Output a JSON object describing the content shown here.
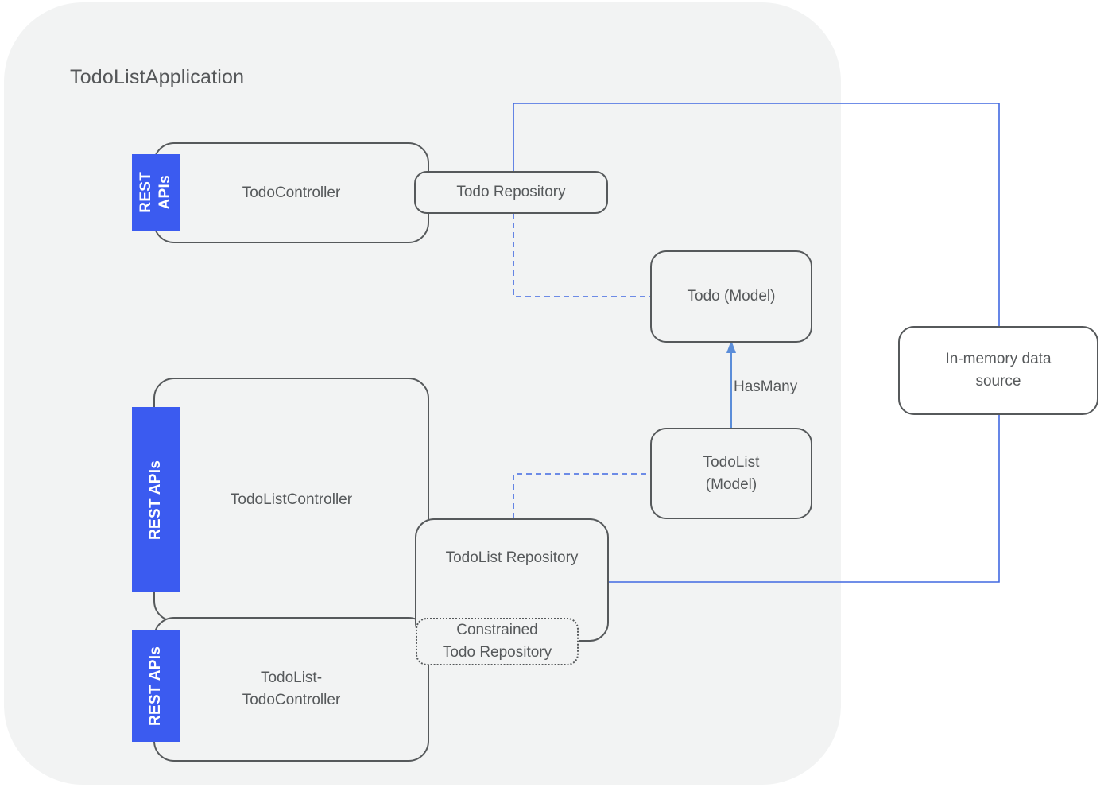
{
  "diagram": {
    "title": "TodoListApplication",
    "background_color": "#F2F3F3",
    "page_background": "#ffffff",
    "node_border_color": "#56595B",
    "text_color": "#56595B",
    "accent_color": "#3B5BF0",
    "connector_color": "#4169E1"
  },
  "rest_tags": [
    {
      "id": "rest-apis-todocontroller",
      "label": "REST\nAPIs"
    },
    {
      "id": "rest-apis-todolistcontroller",
      "label": "REST APIs"
    },
    {
      "id": "rest-apis-todolisttodocontroller",
      "label": "REST APIs"
    }
  ],
  "nodes": {
    "todo_controller": "TodoController",
    "todo_repository": "Todo Repository",
    "todo_model": "Todo (Model)",
    "todolist_controller": "TodoListController",
    "todolist_repository": "TodoList Repository",
    "todolist_model": "TodoList\n(Model)",
    "todolist_todo_controller": "TodoList-\nTodoController",
    "constrained_todo_repository": "Constrained\nTodo Repository",
    "in_memory_data_source": "In-memory data\nsource"
  },
  "edges": [
    {
      "id": "todo-repo-to-todo-model",
      "style": "dashed",
      "label": ""
    },
    {
      "id": "todolist-repo-to-todolist-model",
      "style": "dashed",
      "label": ""
    },
    {
      "id": "todolist-model-to-todo-model",
      "style": "solid-arrow",
      "label": "HasMany"
    },
    {
      "id": "todo-repo-to-datasource",
      "style": "solid",
      "label": ""
    },
    {
      "id": "todolist-repo-to-datasource",
      "style": "solid",
      "label": ""
    }
  ],
  "labels": {
    "has_many": "HasMany"
  }
}
